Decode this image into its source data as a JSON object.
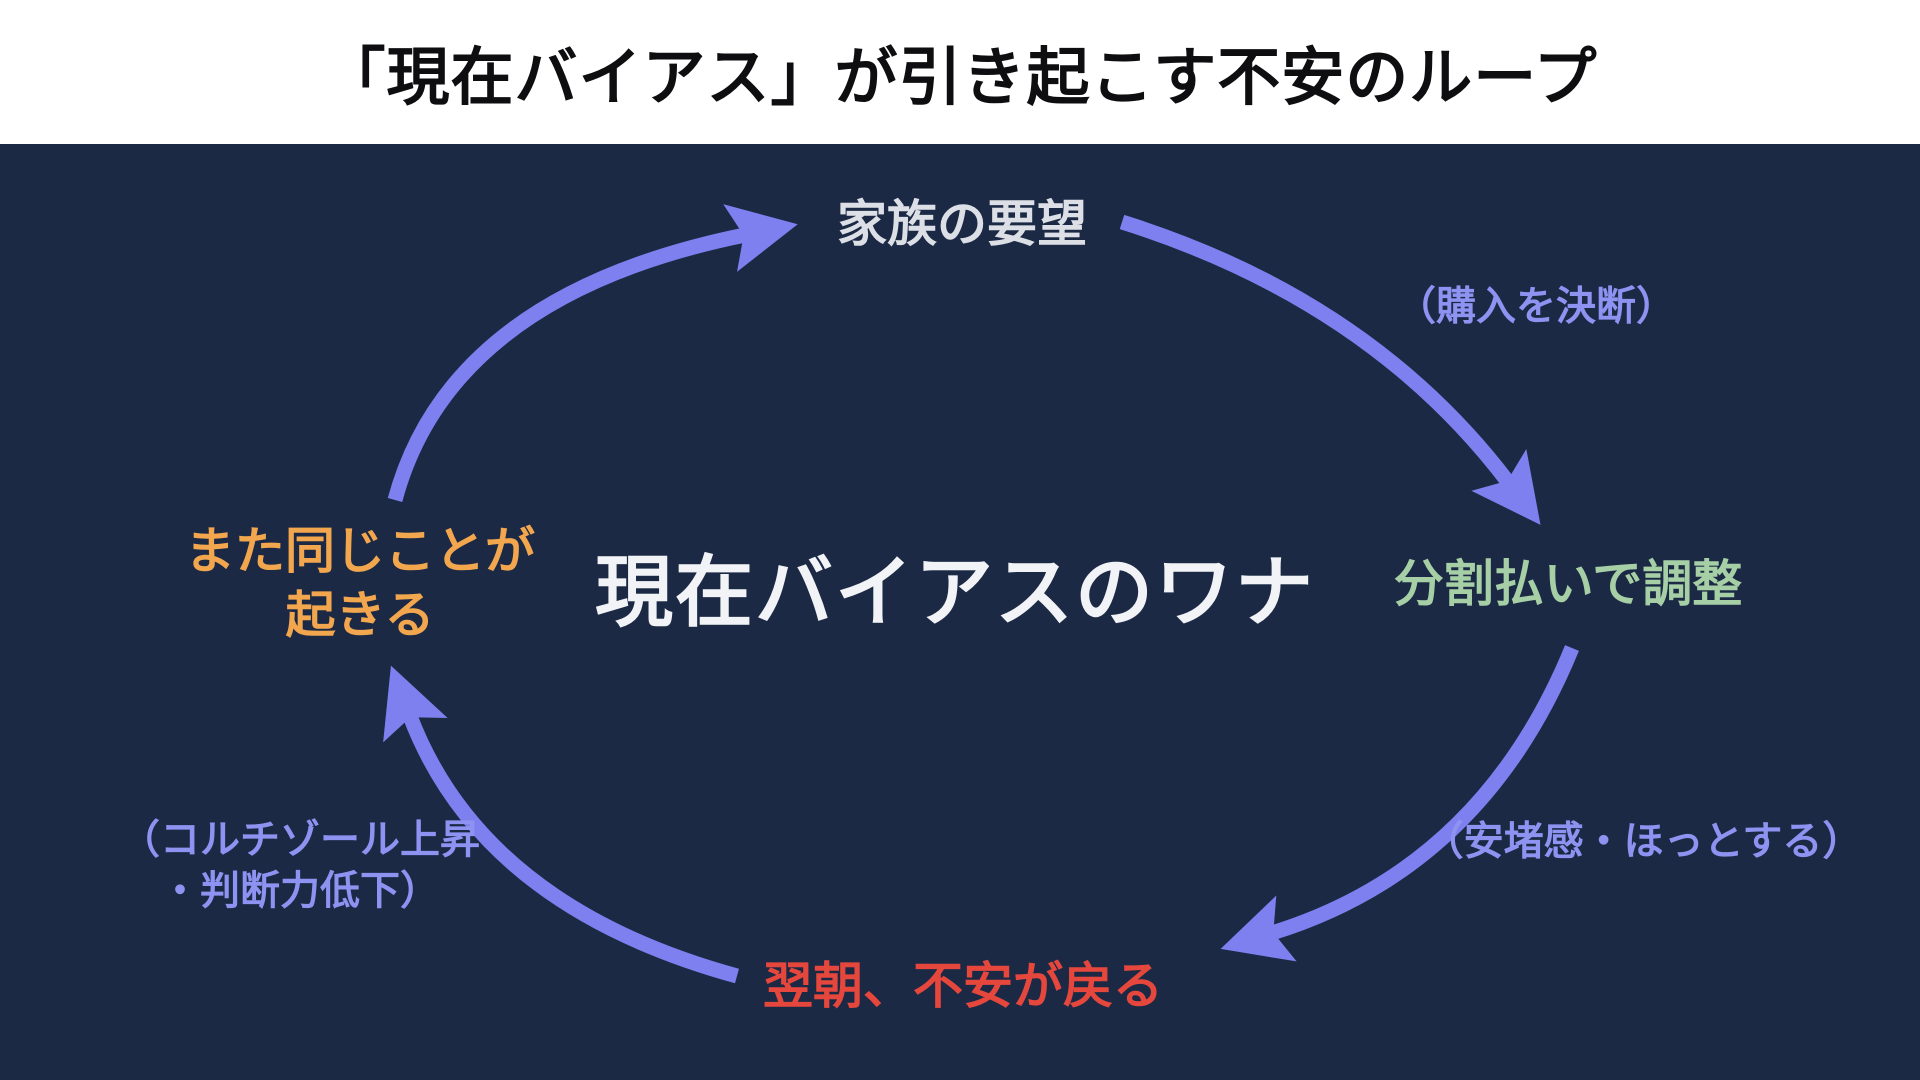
{
  "title": "「現在バイアス」が引き起こす不安のループ",
  "center": {
    "label": "現在バイアスのワナ",
    "color": "#f2f3f6"
  },
  "cycle_nodes": {
    "top": {
      "label": "家族の要望",
      "color": "#dcdfe6"
    },
    "right": {
      "label": "分割払いで調整",
      "color": "#a6cfa6"
    },
    "bottom": {
      "label": "翌朝、不安が戻る",
      "color": "#e6473d"
    },
    "left": {
      "line1": "また同じことが",
      "line2": "起きる",
      "color": "#f2a64e"
    }
  },
  "annotations": {
    "purchase": "（購入を決断）",
    "relief": "（安堵感・ほっとする）",
    "cortisol_line1": "（コルチゾール上昇",
    "cortisol_line2": "・判断力低下）",
    "color": "#8e92f0"
  },
  "colors": {
    "background": "#1b2945",
    "header_background": "#ffffff",
    "title_text": "#0e0e10",
    "arrow": "#7d80ee"
  }
}
